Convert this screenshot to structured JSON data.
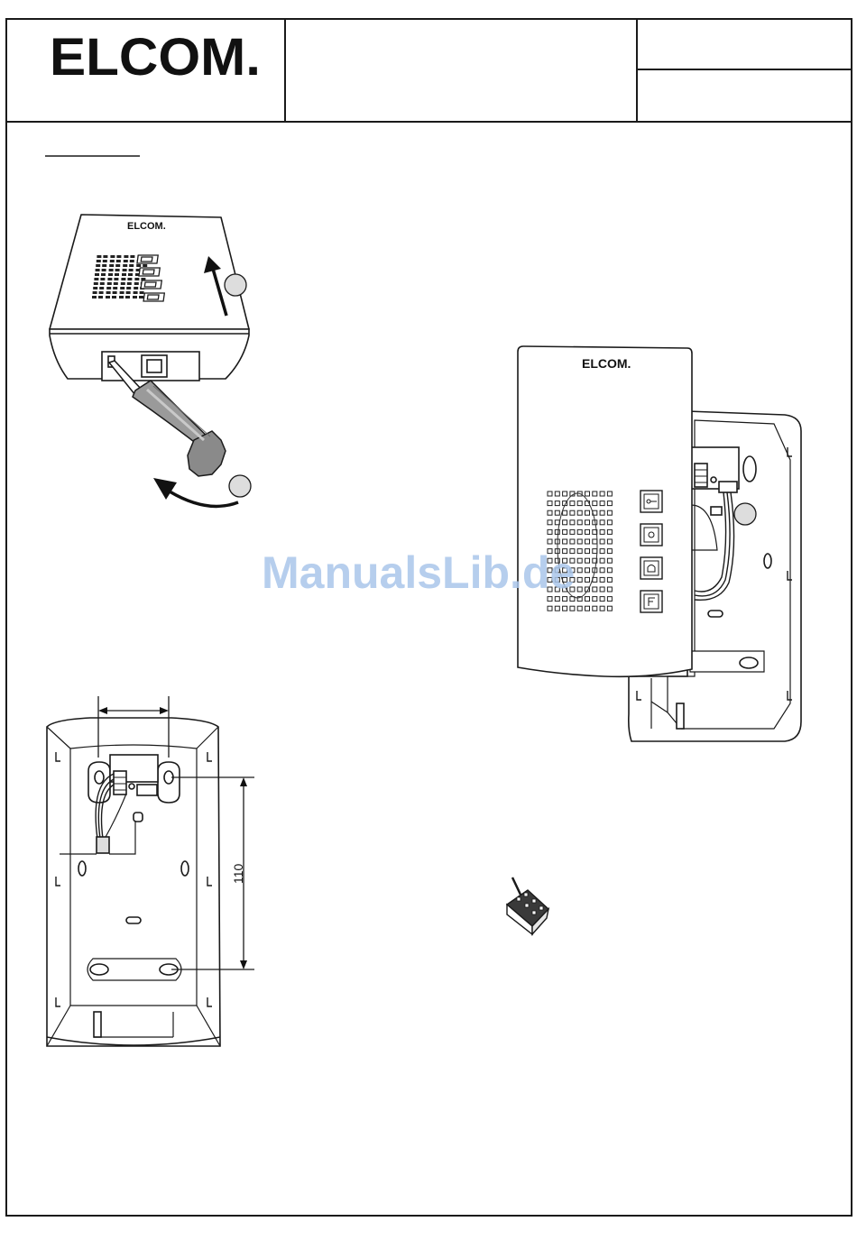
{
  "header": {
    "logo": "ELCOM."
  },
  "figure_labels": {
    "top_device_logo": "ELCOM.",
    "front_cover_logo": "ELCOM."
  },
  "dimension": {
    "height_mm": "110"
  },
  "watermark": "ManualsLib.de"
}
